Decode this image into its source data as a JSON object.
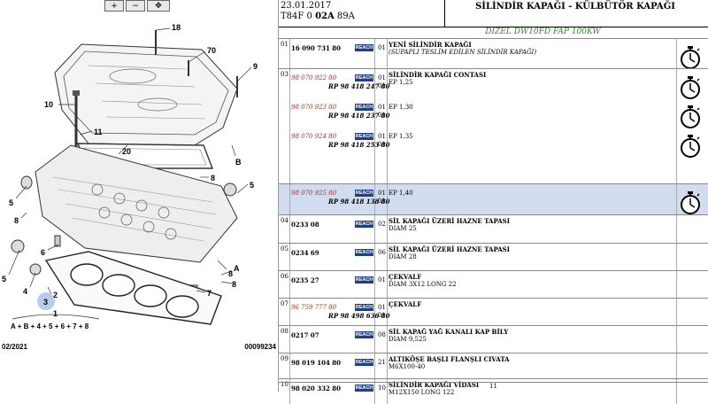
{
  "toolbar": {
    "zoom_in": "+",
    "zoom_out": "−",
    "zoom_fit": "✥"
  },
  "diagram": {
    "labels": [
      "18",
      "70",
      "9",
      "10",
      "11",
      "20",
      "B",
      "5",
      "8",
      "8",
      "5",
      "8",
      "7",
      "A",
      "4",
      "5",
      "8",
      "3",
      "6",
      "2",
      "1"
    ],
    "formula": "A + B + 4 + 5 + 6 + 7 + 8",
    "footer_left": "02/2021",
    "footer_right": "00099234"
  },
  "header": {
    "date": "23.01.2017",
    "code_prefix": "T84F 0 ",
    "code_bold": "02A",
    "code_suffix": " 89A",
    "title": "SİLİNDİR KAPAĞI - KÜLBÜTÖR KAPAĞI"
  },
  "model": "DIZEL DW10FD FAP 100KW",
  "reach_label": "REACH",
  "rows": [
    {
      "num": "01",
      "height": 34,
      "timer": true,
      "items": [
        {
          "ref": "16 090 731 80",
          "ref_style": "bold",
          "rp": "",
          "qty": "01",
          "reach": true,
          "desc_bold": "YENİ SİLİNDİR KAPAĞI",
          "desc": "(SUPAPLI TESLİM EDİLEN SİLİNDİR KAPAĞI)",
          "desc_italic": true
        }
      ]
    },
    {
      "num": "03",
      "height": 130,
      "timer": true,
      "items": [
        {
          "ref": "98 070 922 80",
          "ref_style": "italic",
          "rp": "RP 98 418 247 80",
          "qty": "01\n01",
          "reach": true,
          "desc_bold": "SİLİNDİR KAPAĞI CONTASI",
          "desc": "EP 1,25",
          "desc_italic": false
        },
        {
          "ref": "98 070 923 80",
          "ref_style": "italic",
          "rp": "RP 98 418 237 80",
          "qty": "01\n01",
          "reach": true,
          "desc_bold": "",
          "desc": "EP 1,30",
          "desc_italic": false
        },
        {
          "ref": "98 070 924 80",
          "ref_style": "italic",
          "rp": "RP 98 418 253 80",
          "qty": "01\n01",
          "reach": true,
          "desc_bold": "",
          "desc": "EP 1,35",
          "desc_italic": false
        }
      ]
    },
    {
      "num": "",
      "height": 35,
      "timer": true,
      "highlight": true,
      "items": [
        {
          "ref": "98 070 925 80",
          "ref_style": "italic",
          "rp": "RP 98 418 138 80",
          "qty": "01\n01",
          "reach": true,
          "desc_bold": "",
          "desc": "EP 1,40",
          "desc_italic": false
        }
      ]
    },
    {
      "num": "04",
      "height": 32,
      "timer": false,
      "items": [
        {
          "ref": "0233 08",
          "ref_style": "bold",
          "rp": "",
          "qty": "02",
          "reach": true,
          "desc_bold": "SİL KAPAĞI ÜZERİ HAZNE TAPASI",
          "desc": "DIAM 25",
          "desc_italic": false
        }
      ]
    },
    {
      "num": "05",
      "height": 31,
      "timer": false,
      "items": [
        {
          "ref": "0234 69",
          "ref_style": "bold",
          "rp": "",
          "qty": "06",
          "reach": true,
          "desc_bold": "SİL KAPAĞI ÜZERİ HAZNE TAPASI",
          "desc": "DIAM 28",
          "desc_italic": false
        }
      ]
    },
    {
      "num": "06",
      "height": 31,
      "timer": false,
      "items": [
        {
          "ref": "0235 27",
          "ref_style": "bold",
          "rp": "",
          "qty": "01",
          "reach": true,
          "desc_bold": "ÇEKVALF",
          "desc": "DIAM 3X12 LONG 22",
          "desc_italic": false
        }
      ]
    },
    {
      "num": "07",
      "height": 31,
      "timer": false,
      "items": [
        {
          "ref": "96 759 777 80",
          "ref_style": "italic",
          "rp": "RP 98 498 636 80",
          "qty": "01\n01",
          "reach": true,
          "desc_bold": "ÇEKVALF",
          "desc": "",
          "desc_italic": false
        }
      ]
    },
    {
      "num": "08",
      "height": 31,
      "timer": false,
      "items": [
        {
          "ref": "0217 07",
          "ref_style": "bold",
          "rp": "",
          "qty": "08",
          "reach": true,
          "desc_bold": "SİL KAPAĞ YAĞ KANALI KAP BİLY",
          "desc": "DIAM 9,525",
          "desc_italic": false
        }
      ]
    },
    {
      "num": "09",
      "height": 29,
      "timer": false,
      "items": [
        {
          "ref": "98 019 104 80",
          "ref_style": "bold",
          "rp": "",
          "qty": "21",
          "reach": true,
          "desc_bold": "ALTIKÖŞE BAŞLI FLANŞLI CIVATA",
          "desc": "M6X100-40",
          "desc_italic": false
        }
      ]
    },
    {
      "num": "10",
      "height": 29,
      "timer": false,
      "items": [
        {
          "ref": "98 020 332 80",
          "ref_style": "bold",
          "rp": "",
          "qty": "10",
          "reach": true,
          "desc_bold": "SİLİNDİR KAPAĞI VİDASI",
          "desc": "M12X150 LONG 122",
          "desc_italic": false
        }
      ]
    }
  ],
  "page_number": "11"
}
